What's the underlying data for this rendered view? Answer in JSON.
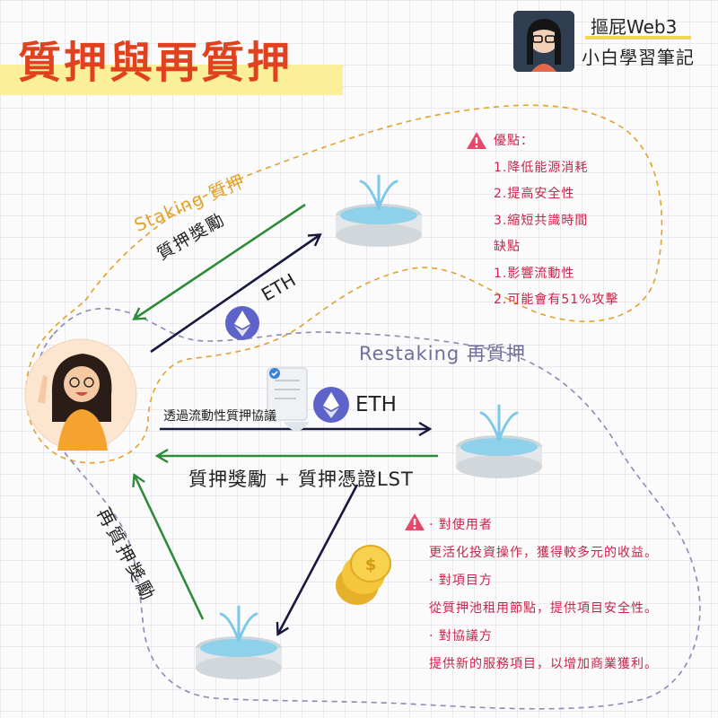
{
  "title": "質押與再質押",
  "brand": {
    "line1": "摳屁Web3",
    "line2": "小白學習筆記"
  },
  "labels": {
    "staking": "Staking 質押",
    "restaking": "Restaking 再質押",
    "staking_reward": "質押獎勵",
    "eth_top": "ETH",
    "protocol": "透過流動性質押協議",
    "eth_mid": "ETH",
    "reward_lst": "質押獎勵 + 質押憑證LST",
    "restaking_reward": "再質押獎勵"
  },
  "pros_cons": {
    "pros_title": "優點：",
    "pros": [
      "1.降低能源消耗",
      "2.提高安全性",
      "3.縮短共識時間"
    ],
    "cons_title": "缺點",
    "cons": [
      "1.影響流動性",
      "2.可能會有51%攻擊"
    ]
  },
  "benefits": [
    {
      "head": "· 對使用者",
      "body": "更活化投資操作，獲得較多元的收益。"
    },
    {
      "head": "· 對項目方",
      "body": "從質押池租用節點，提供項目安全性。"
    },
    {
      "head": "· 對協議方",
      "body": "提供新的服務項目，以增加商業獲利。"
    }
  ],
  "colors": {
    "title": "#e0421f",
    "highlight": "#fbef9a",
    "staking_outline": "#e1a22b",
    "restaking_outline": "#8a8ab5",
    "reward_arrow": "#2e8b3a",
    "eth_arrow": "#16183c",
    "note_text": "#c9244b",
    "eth_coin": "#5e63c9"
  },
  "icons": [
    "warning-icon",
    "eth-icon",
    "fountain-icon",
    "coin-stack-icon",
    "certificate-icon",
    "person-avatar"
  ]
}
